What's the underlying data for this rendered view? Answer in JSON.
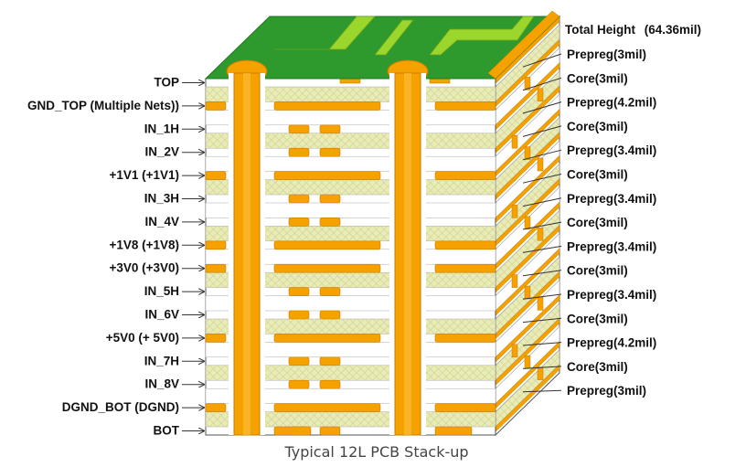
{
  "diagram": {
    "title": "Typical 12L PCB Stack-up",
    "total_height_label": "Total Height",
    "total_height_value": "(64.36mil)",
    "colors": {
      "copper": "#f5a100",
      "copper_edge": "#c77d00",
      "prepreg": "#e9ebb8",
      "prepreg_mesh": "#d2d68f",
      "core": "#ffffff",
      "soldermask": "#2e9a2e",
      "soldermask_dark": "#1f7a1f",
      "trace_top": "#9ad62b",
      "side_face": "#f2f2f2",
      "line": "#555555"
    },
    "copper_layers": [
      {
        "name": "TOP"
      },
      {
        "name": "GND_TOP (Multiple Nets))"
      },
      {
        "name": "IN_1H"
      },
      {
        "name": "IN_2V"
      },
      {
        "name": "+1V1 (+1V1)"
      },
      {
        "name": "IN_3H"
      },
      {
        "name": "IN_4V"
      },
      {
        "name": "+1V8 (+1V8)"
      },
      {
        "name": "+3V0 (+3V0)"
      },
      {
        "name": "IN_5H"
      },
      {
        "name": "IN_6V"
      },
      {
        "name": "+5V0 (+ 5V0)"
      },
      {
        "name": "IN_7H"
      },
      {
        "name": "IN_8V"
      },
      {
        "name": "DGND_BOT (DGND)"
      },
      {
        "name": "BOT"
      }
    ],
    "dielectric_layers": [
      {
        "label": "Prepreg(3mil)",
        "type": "prepreg"
      },
      {
        "label": "Core(3mil)",
        "type": "core"
      },
      {
        "label": "Prepreg(4.2mil)",
        "type": "prepreg"
      },
      {
        "label": "Core(3mil)",
        "type": "core"
      },
      {
        "label": "Prepreg(3.4mil)",
        "type": "prepreg"
      },
      {
        "label": "Core(3mil)",
        "type": "core"
      },
      {
        "label": "Prepreg(3.4mil)",
        "type": "prepreg"
      },
      {
        "label": "Core(3mil)",
        "type": "core"
      },
      {
        "label": "Prepreg(3.4mil)",
        "type": "prepreg"
      },
      {
        "label": "Core(3mil)",
        "type": "core"
      },
      {
        "label": "Prepreg(3.4mil)",
        "type": "prepreg"
      },
      {
        "label": "Core(3mil)",
        "type": "core"
      },
      {
        "label": "Prepreg(4.2mil)",
        "type": "prepreg"
      },
      {
        "label": "Core(3mil)",
        "type": "core"
      },
      {
        "label": "Prepreg(3mil)",
        "type": "prepreg"
      }
    ]
  }
}
